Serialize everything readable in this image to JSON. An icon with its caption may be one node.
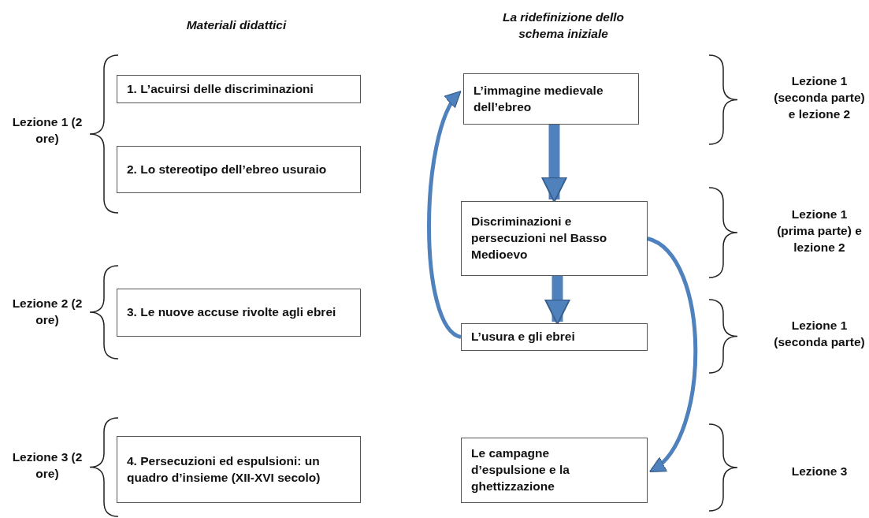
{
  "diagram": {
    "nodes": [
      {
        "text": [
          "1. L’acuirsi delle discriminazioni"
        ]
      },
      {
        "text": [
          "2. Lo stereotipo dell’ebreo usuraio"
        ]
      },
      {
        "text": [
          "3. Le nuove accuse rivolte agli ebrei"
        ]
      },
      {
        "text": [
          "4. Persecuzioni ed espulsioni: un quadro d’insieme (XII-XVI secolo)"
        ]
      },
      {
        "text": [
          "L’immagine medievale dell’ebreo"
        ]
      },
      {
        "text": [
          "Discriminazioni e persecuzioni nel Basso Medioevo"
        ]
      },
      {
        "text": [
          "L’usura e gli ebrei"
        ]
      },
      {
        "text": [
          "Le campagne d’espulsione e la ghettizzazione"
        ]
      }
    ],
    "edges": [
      {
        "from": 4,
        "to": 5,
        "arrow": "to",
        "style": "thick"
      },
      {
        "from": 5,
        "to": 6,
        "arrow": "to",
        "style": "thick"
      },
      {
        "from": 6,
        "to": 4,
        "arrow": "to"
      },
      {
        "from": 5,
        "to": 7,
        "arrow": "to"
      }
    ],
    "labels": [
      "Materiali didattici",
      "La ridefinizione dello schema iniziale",
      "Lezione 1 (2 ore)",
      "Lezione 1 (seconda parte) e lezione 2",
      "Lezione 1 (prima parte) e lezione 2",
      "Lezione 2 (2 ore)",
      "Lezione 1 (seconda parte)",
      "Lezione 3 (2 ore)",
      "Lezione 3"
    ]
  }
}
